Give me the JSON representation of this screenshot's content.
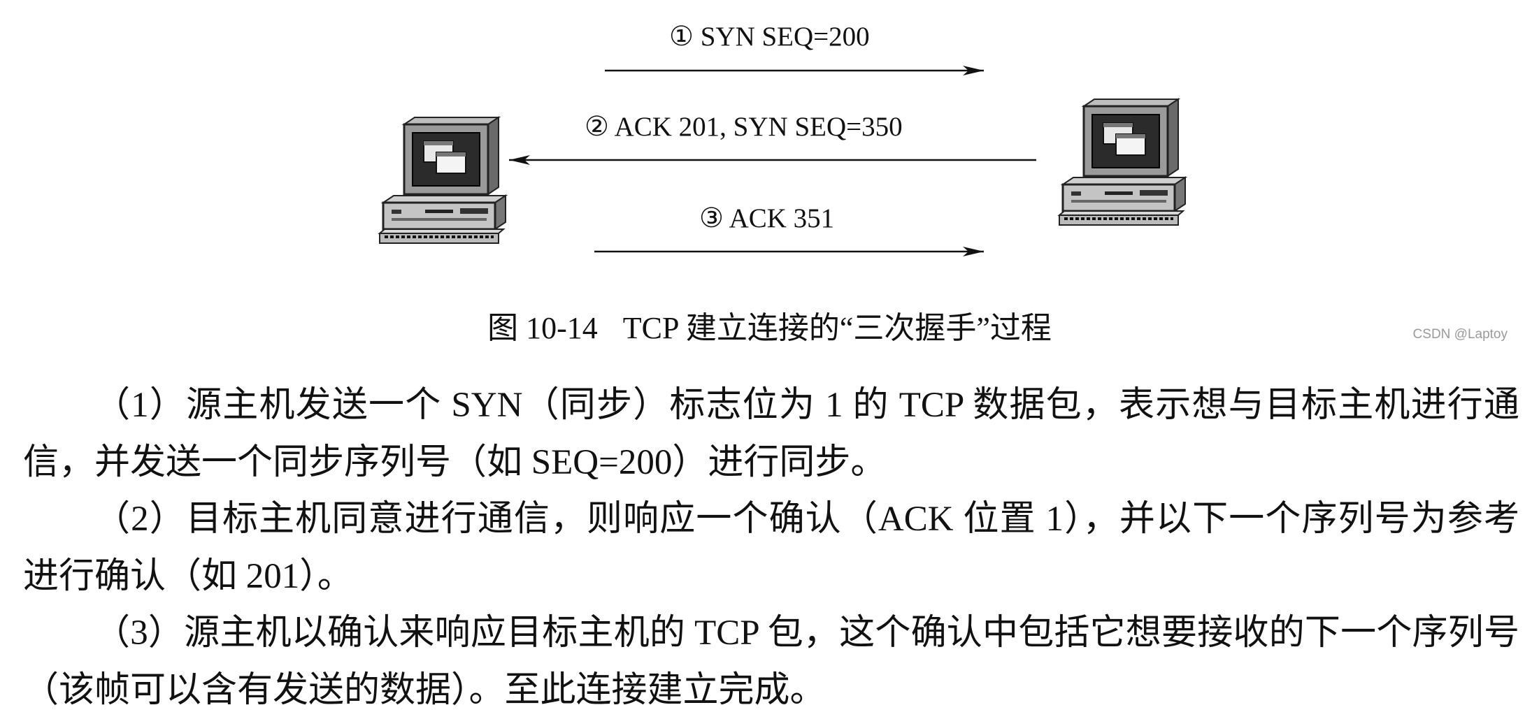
{
  "figure": {
    "messages": [
      {
        "circle": "①",
        "text": "SYN SEQ=200"
      },
      {
        "circle": "②",
        "text": "ACK 201, SYN SEQ=350"
      },
      {
        "circle": "③",
        "text": "ACK 351"
      }
    ],
    "icons": [
      "computer-icon",
      "computer-icon",
      "arrow-right-icon",
      "arrow-left-icon"
    ],
    "caption_number": "图 10-14",
    "caption_title": "TCP 建立连接的“三次握手”过程"
  },
  "watermark": "CSDN @Laptoy",
  "paragraphs": [
    "（1）源主机发送一个 SYN（同步）标志位为 1 的 TCP 数据包，表示想与目标主机进行通信，并发送一个同步序列号（如 SEQ=200）进行同步。",
    "（2）目标主机同意进行通信，则响应一个确认（ACK 位置 1），并以下一个序列号为参考进行确认（如 201）。",
    "（3）源主机以确认来响应目标主机的 TCP 包，这个确认中包括它想要接收的下一个序列号（该帧可以含有发送的数据）。至此连接建立完成。"
  ]
}
